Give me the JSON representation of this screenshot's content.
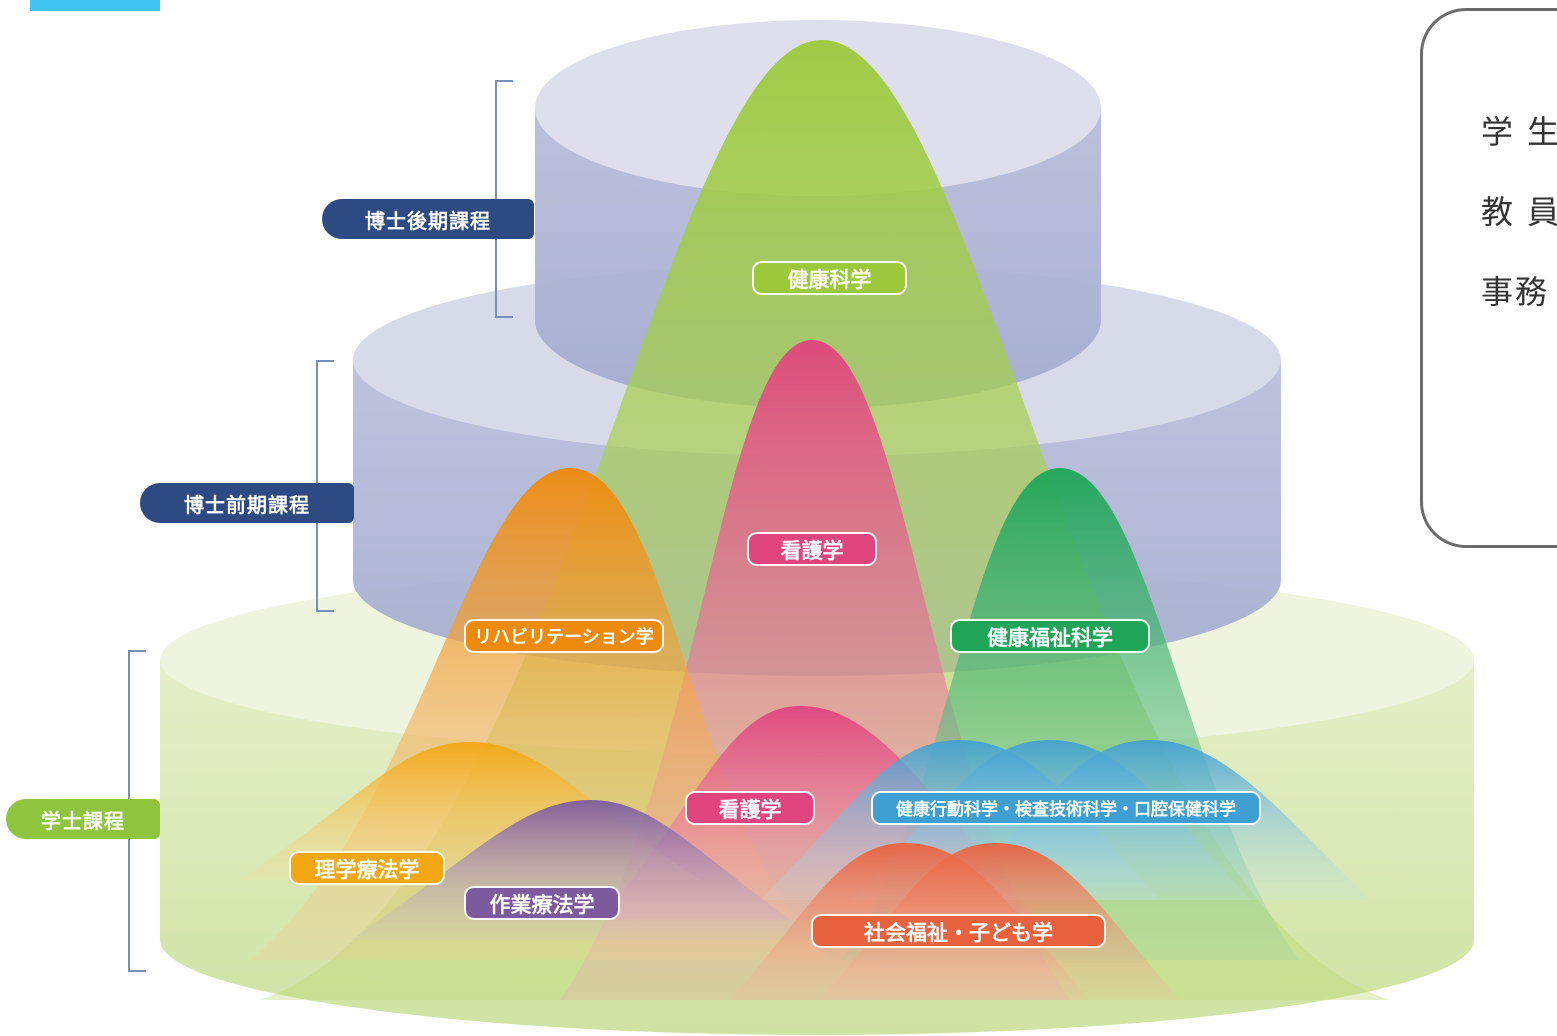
{
  "levels": {
    "doctoral_late": "博士後期課程",
    "doctoral_early": "博士前期課程",
    "bachelor": "学士課程"
  },
  "fields": {
    "health_science": "健康科学",
    "nursing_grad": "看護学",
    "rehabilitation": "リハビリテーション学",
    "health_welfare": "健康福祉科学",
    "nursing": "看護学",
    "health_behavior": "健康行動科学・検査技術科学・口腔保健科学",
    "physical_therapy": "理学療法学",
    "occupational_therapy": "作業療法学",
    "social_welfare": "社会福祉・子ども学"
  },
  "panel": {
    "row1": "学 生",
    "row2": "教 員",
    "row3": "事務"
  },
  "colors": {
    "accent": "#3fc3f0",
    "navy": "#2d4a82",
    "lime": "#8fc43f",
    "green_peak": "#9cc93c",
    "pink": "#e0457d",
    "orange": "#ee8a0c",
    "dark_green": "#1ea558",
    "blue": "#3f9fd2",
    "yellow_orange": "#f3a712",
    "purple": "#7d5a9e",
    "red_orange": "#e9623e"
  }
}
